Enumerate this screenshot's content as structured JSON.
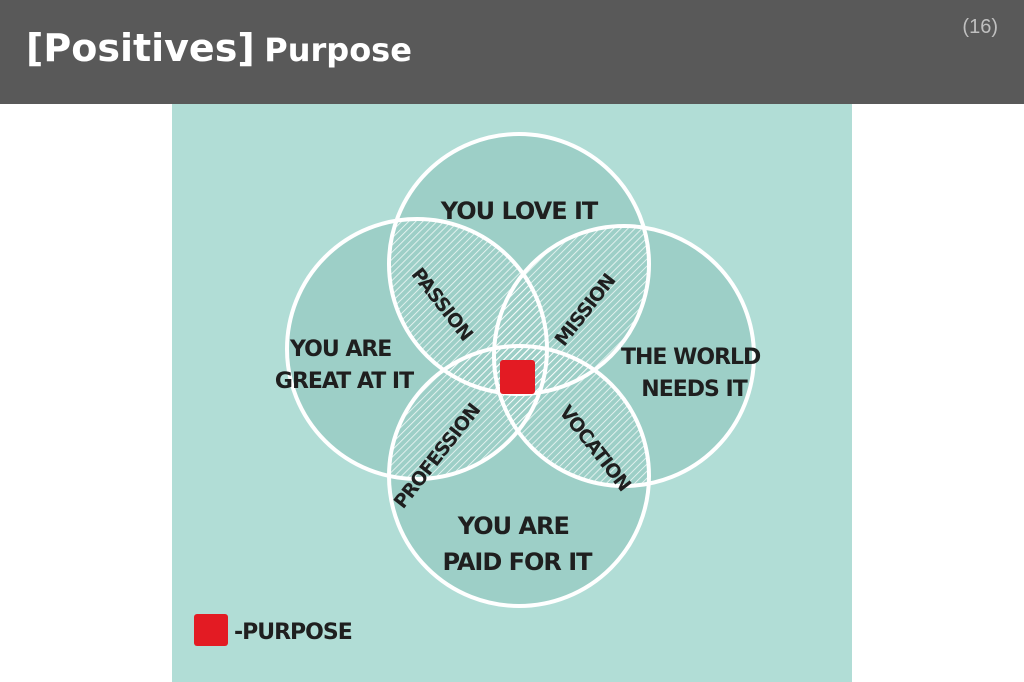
{
  "header": {
    "title_bracket": "[Positives]",
    "title_main": "Purpose",
    "page_number": "(16)"
  },
  "diagram": {
    "circles": {
      "top": [
        "YOU LOVE IT"
      ],
      "left": [
        "YOU ARE",
        "GREAT AT IT"
      ],
      "right": [
        "THE WORLD",
        "NEEDS IT"
      ],
      "bottom": [
        "YOU ARE",
        "PAID FOR IT"
      ]
    },
    "overlaps": {
      "passion": "PASSION",
      "mission": "MISSION",
      "profession": "PROFESSION",
      "vocation": "VOCATION"
    },
    "legend": "-PURPOSE"
  },
  "colors": {
    "header_bg": "#595959",
    "figure_bg": "#b1ddd6",
    "circle_fill": "#9dcfc7",
    "outline": "#ffffff",
    "purpose_marker": "#e31b23"
  }
}
